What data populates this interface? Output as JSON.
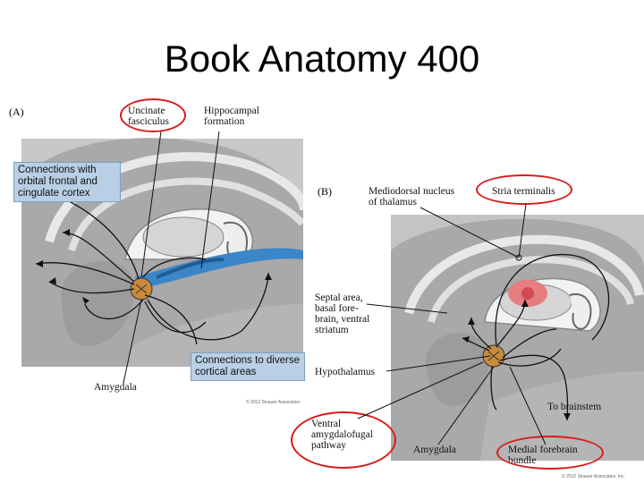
{
  "slide": {
    "title": "Book Anatomy 400"
  },
  "panel_a": {
    "letter": "(A)",
    "labels": {
      "uncinate": "Uncinate\nfasciculus",
      "hippocampal": "Hippocampal\nformation",
      "amygdala": "Amygdala"
    },
    "boxes": {
      "orbital": "Connections with\norbital frontal and\ncingulate cortex",
      "cortical": "Connections to diverse\ncortical areas"
    },
    "copyright": "© 2012 Sinauer Associates"
  },
  "panel_b": {
    "letter": "(B)",
    "labels": {
      "mediodorsal": "Mediodorsal nucleus\nof thalamus",
      "stria": "Stria terminalis",
      "septal": "Septal area,\nbasal fore-\nbrain, ventral\nstriatum",
      "hypothalamus": "Hypothalamus",
      "brainstem": "To brainstem",
      "ventral": "Ventral\namygdalofugal\npathway",
      "amygdala": "Amygdala",
      "medial": "Medial forebrain\nbundle"
    },
    "copyright": "© 2012 Sinauer Associates, Inc."
  },
  "colors": {
    "highlight_ring": "#d81b1b",
    "box_fill": "#b8cfe6",
    "pathway_blue": "#3a86c8",
    "amygdala_fill": "#c98a3e"
  }
}
